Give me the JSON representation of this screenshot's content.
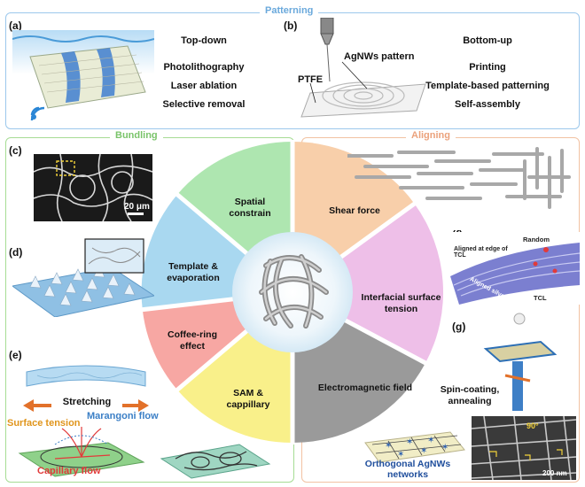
{
  "patterning": {
    "title": "Patterning",
    "panel_a": "(a)",
    "panel_b": "(b)",
    "topdown": "Top-down",
    "topdown_methods": [
      "Photolithography",
      "Laser ablation",
      "Selective removal"
    ],
    "bottomup": "Bottom-up",
    "bottomup_methods": [
      "Printing",
      "Template-based patterning",
      "Self-assembly"
    ],
    "agnws_pattern": "AgNWs pattern",
    "ptfe": "PTFE"
  },
  "bundling": {
    "title": "Bundling",
    "panel_c": "(c)",
    "panel_d": "(d)",
    "panel_e": "(e)",
    "scale_bar": "20 μm",
    "stretching": "Stretching",
    "surface_tension": "Surface tension",
    "marangoni": "Marangoni flow",
    "capillary": "Capillary flow"
  },
  "aligning": {
    "title": "Aligning",
    "panel_f": "(f)",
    "panel_g": "(g)",
    "aligned_tcl": "Aligned at edge of TCL",
    "random": "Random",
    "aligned_ribbon": "Aligned silver nanowires",
    "tcl": "TCL",
    "spin_coating": "Spin-coating, annealing",
    "orthogonal": "Orthogonal AgNWs networks",
    "sem_scale": "200 nm",
    "sem_angle": "90°"
  },
  "wedges": {
    "spatial": "Spatial constrain",
    "template": "Template & evaporation",
    "coffee": "Coffee-ring effect",
    "sam": "SAM & cappillary",
    "shear": "Shear force",
    "interfacial": "Interfacial surface tension",
    "electromagnetic": "Electromagnetic field"
  },
  "colors": {
    "patterning_accent": "#7fb6e0",
    "bundling_accent": "#8fd07a",
    "aligning_accent": "#f0b48c"
  }
}
